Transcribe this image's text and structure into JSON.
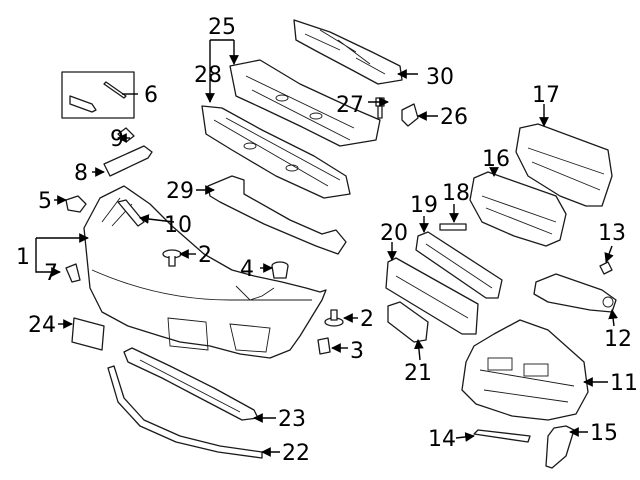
{
  "diagram": {
    "callouts": {
      "c1": "1",
      "c2a": "2",
      "c2b": "2",
      "c3": "3",
      "c4": "4",
      "c5": "5",
      "c6": "6",
      "c7": "7",
      "c8": "8",
      "c9": "9",
      "c10": "10",
      "c11": "11",
      "c12": "12",
      "c13": "13",
      "c14": "14",
      "c15": "15",
      "c16": "16",
      "c17": "17",
      "c18": "18",
      "c19": "19",
      "c20": "20",
      "c21": "21",
      "c22": "22",
      "c23": "23",
      "c24": "24",
      "c25": "25",
      "c26": "26",
      "c27": "27",
      "c28": "28",
      "c29": "29",
      "c30": "30"
    },
    "colors": {
      "ink": "#000000",
      "paper": "#ffffff"
    }
  }
}
